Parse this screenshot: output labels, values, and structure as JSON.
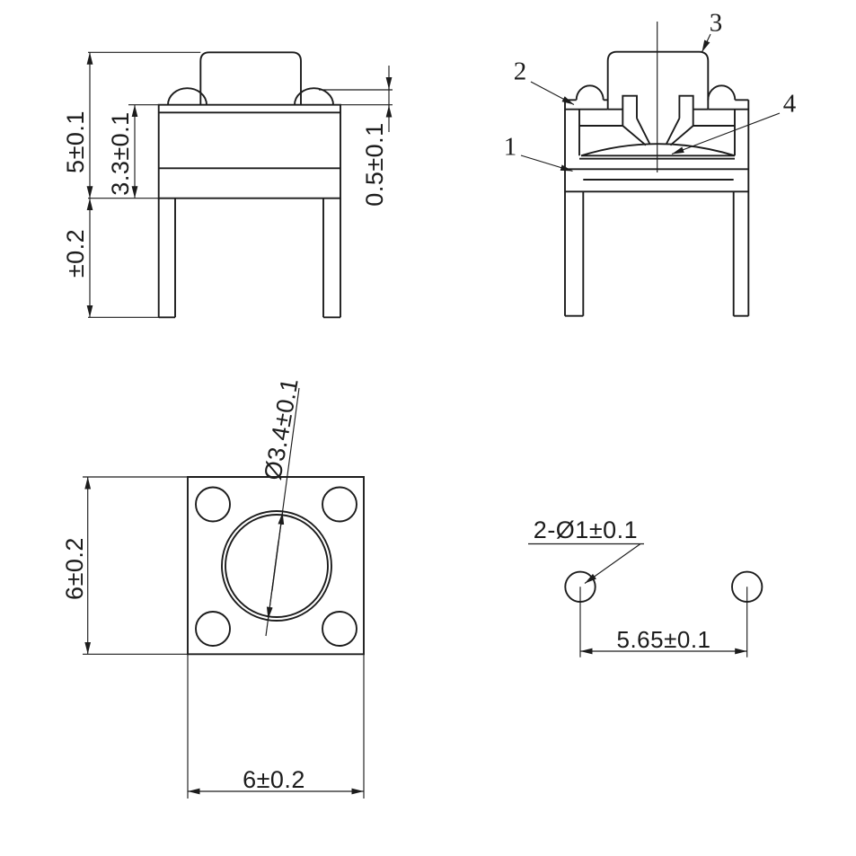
{
  "colors": {
    "background": "#ffffff",
    "line": "#1c1c1c"
  },
  "front_view": {
    "dim_total_height": "5±0.1",
    "dim_body_height": "3.3±0.1",
    "dim_lead_tolerance": "±0.2",
    "dim_bump_height": "0.5±0.1"
  },
  "section_view": {
    "callout_1": "1",
    "callout_2": "2",
    "callout_3": "3",
    "callout_4": "4"
  },
  "top_view": {
    "dim_height": "6±0.2",
    "dim_width": "6±0.2",
    "dim_button_diameter": "Ø3.4±0.1"
  },
  "pcb_view": {
    "dim_hole_spec": "2-Ø1±0.1",
    "dim_hole_pitch": "5.65±0.1"
  }
}
